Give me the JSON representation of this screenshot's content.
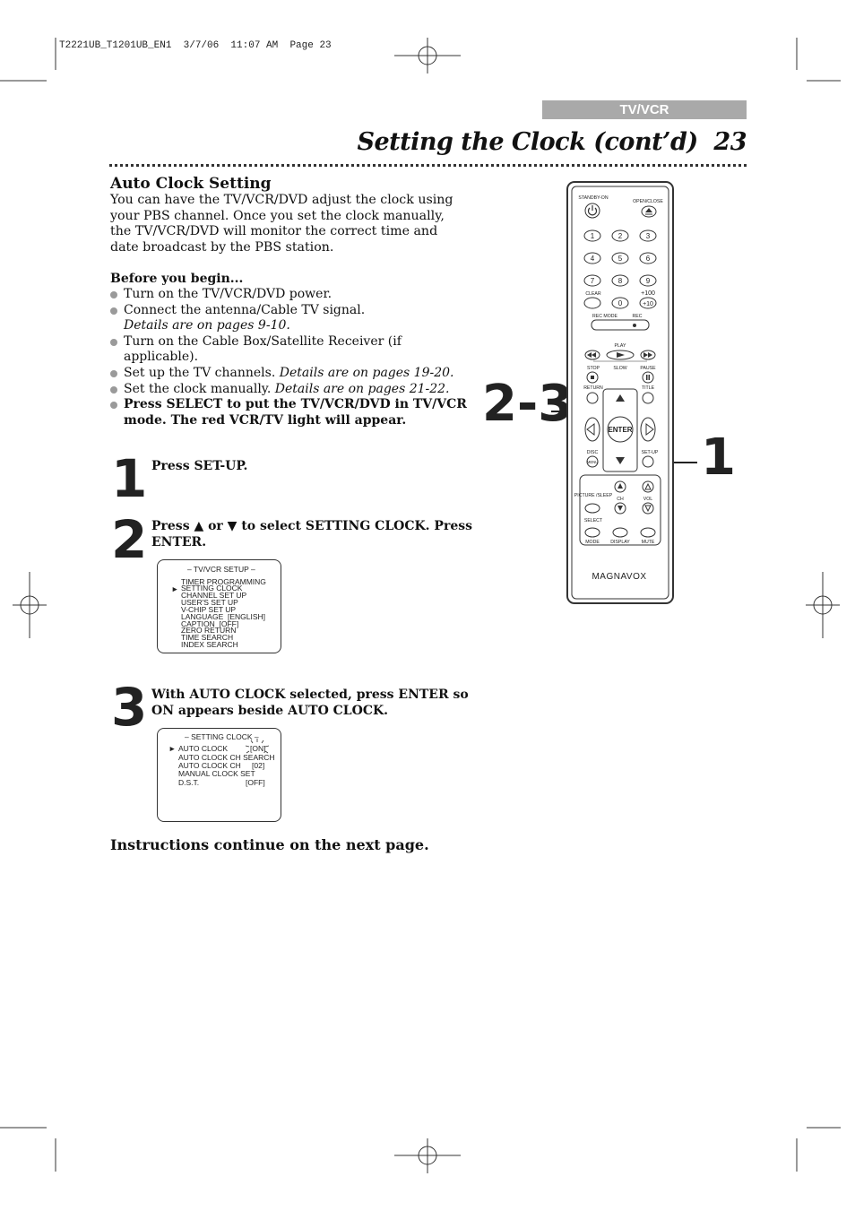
{
  "slug": "T2221UB_T1201UB_EN1  3/7/06  11:07 AM  Page 23",
  "section_tab": "TV/VCR",
  "page_title": "Setting the Clock (cont’d)",
  "page_number": "23",
  "auto_clock": {
    "heading": "Auto Clock Setting",
    "intro": "You can have the TV/VCR/DVD adjust the clock using your PBS channel. Once you set the clock manually, the TV/VCR/DVD will monitor the correct time and date broadcast by the PBS station.",
    "before_heading": "Before you begin...",
    "bullets": [
      {
        "text": "Turn on the TV/VCR/DVD power.",
        "detail": ""
      },
      {
        "text": "Connect the antenna/Cable TV signal.",
        "detail": "Details are on pages 9-10."
      },
      {
        "text": "Turn on the Cable Box/Satellite Receiver (if applicable).",
        "detail": ""
      },
      {
        "text": "Set up the TV channels.",
        "detail": "Details are on pages 19-20."
      },
      {
        "text": "Set the clock manually.",
        "detail": "Details are on pages 21-22."
      },
      {
        "text": "Press SELECT to put the TV/VCR/DVD in TV/VCR mode. The red VCR/TV light will appear.",
        "detail": ""
      }
    ]
  },
  "steps": [
    {
      "num": "1",
      "text": "Press SET-UP."
    },
    {
      "num": "2",
      "text": "Press ▲ or ▼ to select SETTING CLOCK. Press ENTER."
    },
    {
      "num": "3",
      "text": "With AUTO CLOCK selected, press ENTER so ON appears beside AUTO CLOCK."
    }
  ],
  "osd_setup": {
    "title": "– TV/VCR SETUP –",
    "cursor": "►",
    "items": [
      "TIMER PROGRAMMING",
      "SETTING CLOCK",
      "CHANNEL SET UP",
      "USER'S SET UP",
      "V-CHIP SET UP",
      "LANGUAGE  [ENGLISH]",
      "CAPTION  [OFF]",
      "ZERO RETURN",
      "TIME SEARCH",
      "INDEX SEARCH"
    ]
  },
  "osd_clock": {
    "title": "– SETTING CLOCK –",
    "cursor": "►",
    "items": [
      {
        "label": "AUTO CLOCK",
        "value": "[ON]"
      },
      {
        "label": "AUTO CLOCK CH SEARCH",
        "value": ""
      },
      {
        "label": "AUTO CLOCK CH",
        "value": "[02]"
      },
      {
        "label": "MANUAL CLOCK SET",
        "value": ""
      },
      {
        "label": "D.S.T.",
        "value": "[OFF]"
      }
    ]
  },
  "continue_note": "Instructions continue on the next page.",
  "callouts": {
    "enter_group": "2-3",
    "setup": "1"
  },
  "remote": {
    "brand": "MAGNAVOX",
    "labels": {
      "standby": "STANDBY-ON",
      "open_close": "OPEN/CLOSE",
      "clear": "CLEAR",
      "plus100": "+100",
      "plus10": "+10",
      "rec_mode": "REC MODE",
      "rec": "REC",
      "play": "PLAY",
      "stop": "STOP",
      "slow": "SLOW",
      "pause": "PAUSE",
      "return": "RETURN",
      "title": "TITLE",
      "enter": "ENTER",
      "disc": "DISC",
      "menu": "MENU",
      "setup": "SET-UP",
      "picture_sleep": "PICTURE /SLEEP",
      "ch": "CH",
      "vol": "VOL",
      "select": "SELECT",
      "mode": "MODE",
      "display": "DISPLAY",
      "mute": "MUTE"
    },
    "digits": [
      "1",
      "2",
      "3",
      "4",
      "5",
      "6",
      "7",
      "8",
      "9",
      "0"
    ]
  }
}
